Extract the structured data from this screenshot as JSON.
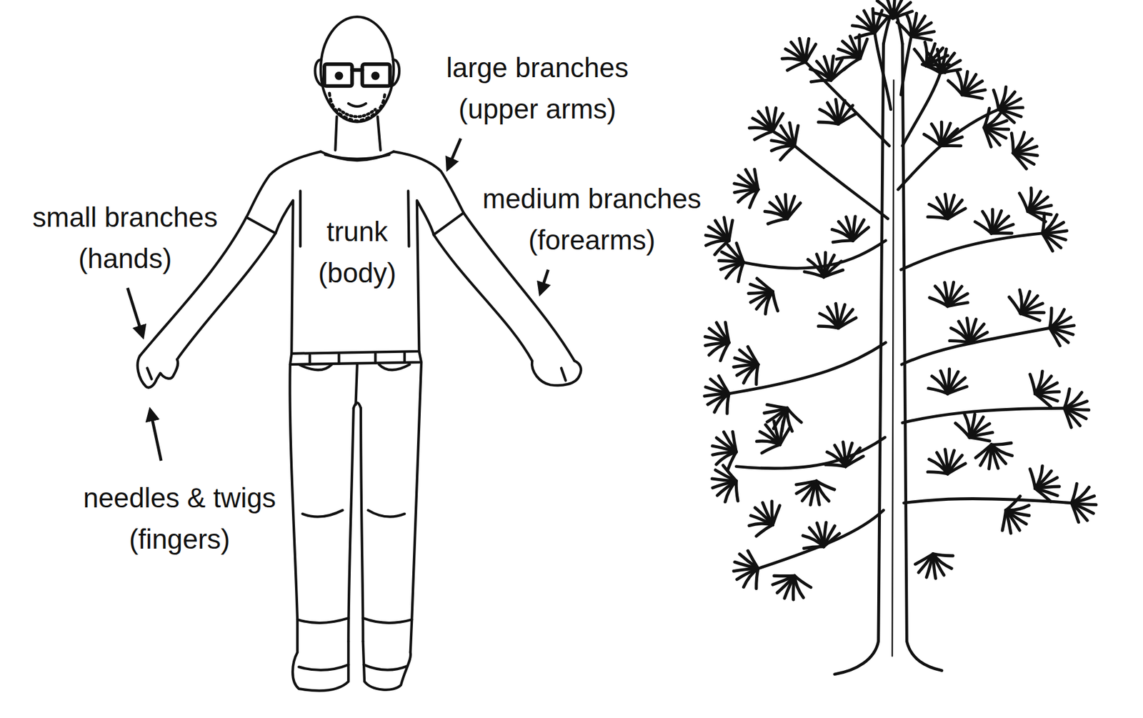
{
  "diagram": {
    "labels": [
      "large branches (upper arms)",
      "medium branches (forearms)",
      "small branches (hands)",
      "trunk (body)",
      "needles & twigs (fingers)"
    ]
  }
}
